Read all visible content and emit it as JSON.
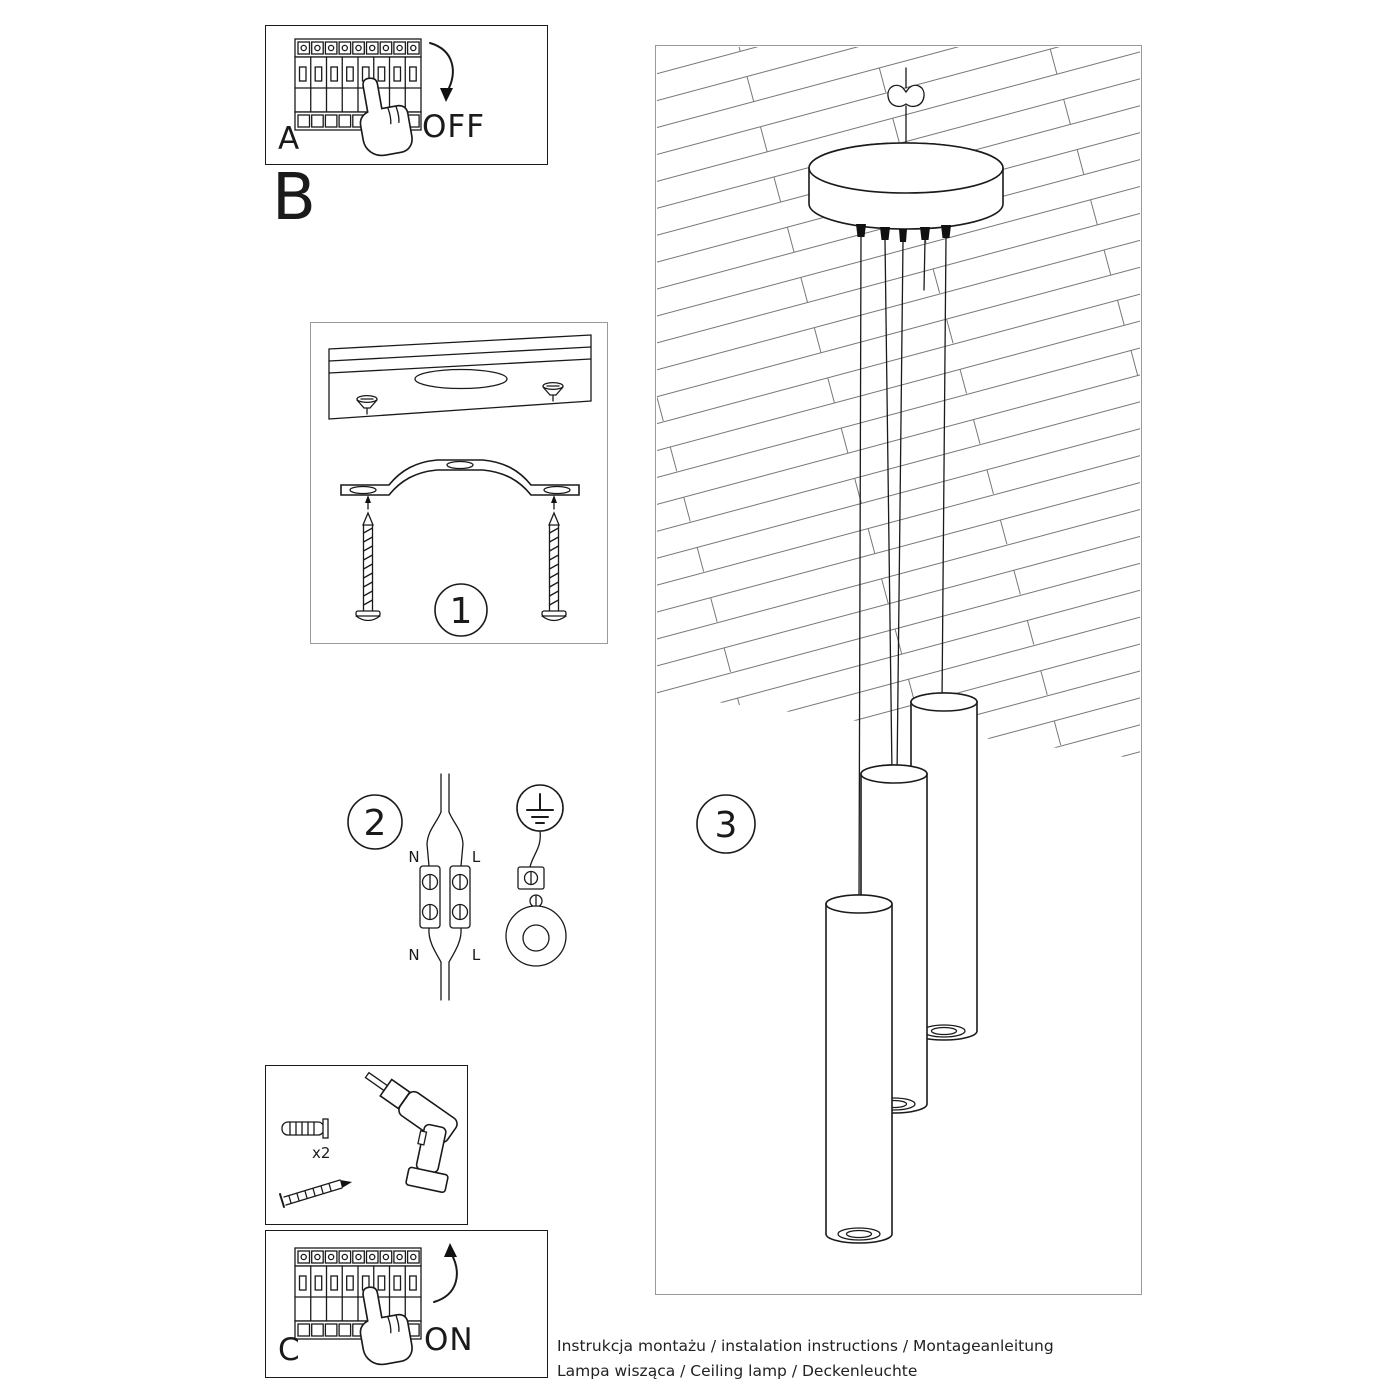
{
  "sections": {
    "a": {
      "label": "A",
      "action": "OFF"
    },
    "b": {
      "label": "B"
    },
    "c": {
      "label": "C",
      "action": "ON"
    },
    "step1": {
      "number": "1"
    },
    "step2": {
      "number": "2",
      "wire_labels": {
        "n_top": "N",
        "l_top": "L",
        "n_bottom": "N",
        "l_bottom": "L"
      }
    },
    "step3": {
      "number": "3"
    },
    "tools": {
      "plug_quantity": "x2"
    }
  },
  "footer": {
    "line1": "Instrukcja montażu / instalation instructions / Montageanleitung",
    "line2": "Lampa wisząca / Ceiling lamp / Deckenleuchte"
  },
  "colors": {
    "line": "#1a1a1a",
    "light_border": "#9a9a9a",
    "background": "#ffffff"
  }
}
